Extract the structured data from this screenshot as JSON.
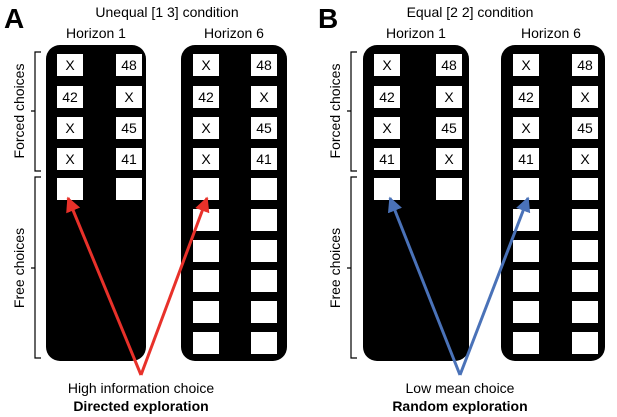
{
  "panels": [
    {
      "letter": "A",
      "title": "Unequal [1 3] condition",
      "bracket_labels": {
        "forced": "Forced choices",
        "free": "Free choices"
      },
      "arrow_color": "#e8312a",
      "caption": {
        "line1": "High information choice",
        "line2": "Directed exploration"
      },
      "games": [
        {
          "label": "Horizon 1",
          "forced": [
            [
              "X",
              "48"
            ],
            [
              "42",
              "X"
            ],
            [
              "X",
              "45"
            ],
            [
              "X",
              "41"
            ]
          ],
          "free_rows": 1
        },
        {
          "label": "Horizon 6",
          "forced": [
            [
              "X",
              "48"
            ],
            [
              "42",
              "X"
            ],
            [
              "X",
              "45"
            ],
            [
              "X",
              "41"
            ]
          ],
          "free_rows": 6
        }
      ]
    },
    {
      "letter": "B",
      "title": "Equal [2 2] condition",
      "bracket_labels": {
        "forced": "Forced choices",
        "free": "Free choices"
      },
      "arrow_color": "#4a72b8",
      "caption": {
        "line1": "Low mean choice",
        "line2": "Random exploration"
      },
      "games": [
        {
          "label": "Horizon 1",
          "forced": [
            [
              "X",
              "48"
            ],
            [
              "42",
              "X"
            ],
            [
              "X",
              "45"
            ],
            [
              "41",
              "X"
            ]
          ],
          "free_rows": 1
        },
        {
          "label": "Horizon 6",
          "forced": [
            [
              "X",
              "48"
            ],
            [
              "42",
              "X"
            ],
            [
              "X",
              "45"
            ],
            [
              "41",
              "X"
            ]
          ],
          "free_rows": 6
        }
      ]
    }
  ]
}
